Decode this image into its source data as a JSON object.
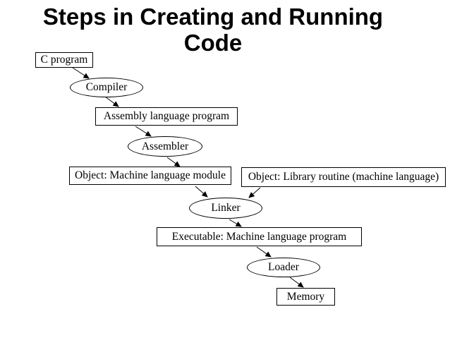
{
  "title": "Steps in Creating and Running Code",
  "colors": {
    "background": "#ffffff",
    "stroke": "#000000",
    "text": "#000000"
  },
  "diagram": {
    "nodes": [
      {
        "id": "c-program",
        "shape": "rect",
        "label": "C program"
      },
      {
        "id": "compiler",
        "shape": "ellipse",
        "label": "Compiler"
      },
      {
        "id": "assembly-language-program",
        "shape": "rect",
        "label": "Assembly language program"
      },
      {
        "id": "assembler",
        "shape": "ellipse",
        "label": "Assembler"
      },
      {
        "id": "object-machine-language-module",
        "shape": "rect",
        "label": "Object: Machine language module"
      },
      {
        "id": "object-library-routine",
        "shape": "rect",
        "label": "Object: Library routine (machine language)"
      },
      {
        "id": "linker",
        "shape": "ellipse",
        "label": "Linker"
      },
      {
        "id": "executable-machine-language-program",
        "shape": "rect",
        "label": "Executable: Machine language program"
      },
      {
        "id": "loader",
        "shape": "ellipse",
        "label": "Loader"
      },
      {
        "id": "memory",
        "shape": "rect",
        "label": "Memory"
      }
    ],
    "edges": [
      {
        "from": "c-program",
        "to": "compiler"
      },
      {
        "from": "compiler",
        "to": "assembly-language-program"
      },
      {
        "from": "assembly-language-program",
        "to": "assembler"
      },
      {
        "from": "assembler",
        "to": "object-machine-language-module"
      },
      {
        "from": "object-machine-language-module",
        "to": "linker"
      },
      {
        "from": "object-library-routine",
        "to": "linker"
      },
      {
        "from": "linker",
        "to": "executable-machine-language-program"
      },
      {
        "from": "executable-machine-language-program",
        "to": "loader"
      },
      {
        "from": "loader",
        "to": "memory"
      }
    ]
  }
}
